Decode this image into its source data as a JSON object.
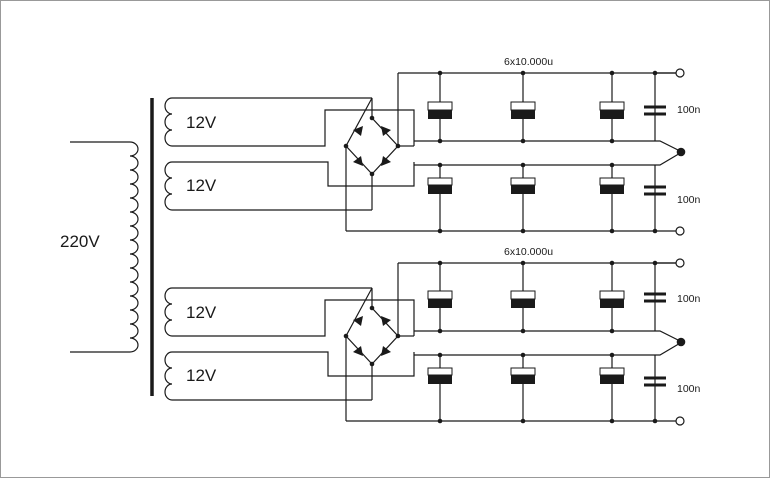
{
  "primary_label": "220V",
  "secondary_labels": [
    "12V",
    "12V",
    "12V",
    "12V"
  ],
  "cap_bank_labels": [
    "6x10.000u",
    "6x10.000u"
  ],
  "small_cap_labels": [
    "100n",
    "100n",
    "100n",
    "100n"
  ]
}
